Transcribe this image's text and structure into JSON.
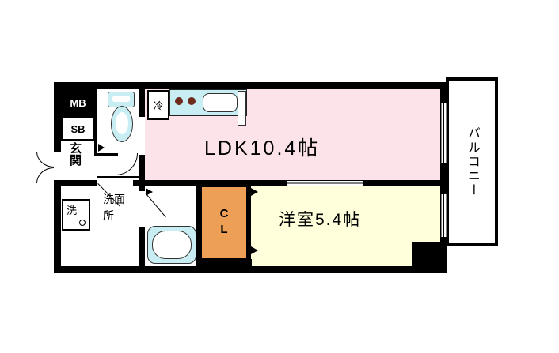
{
  "labels": {
    "ldk": "LDK10.4帖",
    "bedroom": "洋室5.4帖",
    "balcony": "バルコニー",
    "entrance": "玄関",
    "washroom": "洗面所",
    "closet": "CL",
    "meter_box": "MB",
    "shoe_box": "SB",
    "washing_machine": "洗",
    "refrigerator": "冷"
  },
  "colors": {
    "wall": "#000000",
    "ldk_fill": "#FBE3E9",
    "bedroom_fill": "#FFFFDC",
    "closet_fill": "#EE9F56",
    "fixture_fill": "#C8EEF3",
    "stove_burner": "#6E2B1C",
    "background": "#FFFFFF"
  },
  "icons": {
    "toilet": "toilet-icon",
    "bathtub": "bathtub-icon",
    "kitchen_sink": "kitchen-sink-icon",
    "stove_burners": "stove-burner-icon",
    "entrance_door": "double-door-arc-icon",
    "door_markers": "door-swing-marker-icon",
    "window": "window-glass-icon"
  }
}
